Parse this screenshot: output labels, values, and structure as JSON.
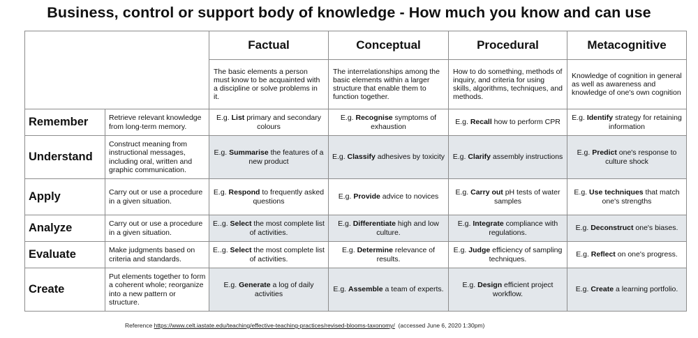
{
  "title": "Business, control or support body of knowledge - How much you know and can use",
  "columns": [
    {
      "name": "Factual",
      "description": "The basic elements a person must know to be acquainted with a discipline or solve problems in it."
    },
    {
      "name": "Conceptual",
      "description": "The interrelationships among the basic elements within a larger structure that enable them to function together."
    },
    {
      "name": "Procedural",
      "description": "How to do something, methods of inquiry, and criteria for using skills, algorithms, techniques, and methods."
    },
    {
      "name": "Metacognitive",
      "description": "Knowledge of cognition in general as well as awareness and knowledge of one's own cognition"
    }
  ],
  "rows": [
    {
      "level": "Remember",
      "description": "Retrieve relevant knowledge from long-term memory.",
      "cells": [
        {
          "pre": "E.g. ",
          "verb": "List",
          "post": " primary and secondary colours"
        },
        {
          "pre": "E.g. ",
          "verb": "Recognise",
          "post": " symptoms of exhaustion"
        },
        {
          "pre": "E.g. ",
          "verb": "Recall",
          "post": " how to perform CPR"
        },
        {
          "pre": "E.g. ",
          "verb": "Identify",
          "post": " strategy for retaining information"
        }
      ]
    },
    {
      "level": "Understand",
      "description": "Construct meaning from instructional messages, including oral, written and graphic communication.",
      "cells": [
        {
          "pre": "E.g. ",
          "verb": "Summarise",
          "post": " the features of a new product"
        },
        {
          "pre": "E.g. ",
          "verb": "Classify",
          "post": " adhesives by toxicity"
        },
        {
          "pre": "E.g. ",
          "verb": "Clarify",
          "post": " assembly instructions"
        },
        {
          "pre": "E.g. ",
          "verb": "Predict",
          "post": " one's response to culture shock"
        }
      ]
    },
    {
      "level": "Apply",
      "description": "Carry out or use a procedure in a given situation.",
      "cells": [
        {
          "pre": "E.g. ",
          "verb": "Respond",
          "post": " to frequently asked questions"
        },
        {
          "pre": "E.g. ",
          "verb": "Provide",
          "post": " advice to novices"
        },
        {
          "pre": "E.g. ",
          "verb": "Carry out",
          "post": " pH tests of water samples"
        },
        {
          "pre": "E.g. ",
          "verb": "Use techniques",
          "post": " that match one's strengths"
        }
      ]
    },
    {
      "level": "Analyze",
      "description": "Carry out or use a procedure in a given situation.",
      "cells": [
        {
          "pre": "E..g. ",
          "verb": "Select",
          "post": " the most complete list of activities."
        },
        {
          "pre": "E.g. ",
          "verb": "Differentiate",
          "post": " high and low culture."
        },
        {
          "pre": "E.g. ",
          "verb": "Integrate",
          "post": " compliance with regulations."
        },
        {
          "pre": "E.g. ",
          "verb": "Deconstruct",
          "post": " one's biases."
        }
      ]
    },
    {
      "level": "Evaluate",
      "description": "Make judgments based on criteria and standards.",
      "cells": [
        {
          "pre": "E..g. ",
          "verb": "Select",
          "post": " the most complete list of activities."
        },
        {
          "pre": "E.g. ",
          "verb": "Determine",
          "post": " relevance of results."
        },
        {
          "pre": "E.g. ",
          "verb": "Judge",
          "post": " efficiency of sampling techniques."
        },
        {
          "pre": "E.g. ",
          "verb": "Reflect",
          "post": " on one's progress."
        }
      ]
    },
    {
      "level": "Create",
      "description": "Put elements together to form a coherent whole; reorganize into a new pattern or structure.",
      "cells": [
        {
          "pre": "E.g. ",
          "verb": "Generate",
          "post": " a log of daily activities"
        },
        {
          "pre": "E.g. ",
          "verb": "Assemble",
          "post": " a team of experts."
        },
        {
          "pre": "E.g. ",
          "verb": "Design",
          "post": " efficient project workflow."
        },
        {
          "pre": "E.g. ",
          "verb": "Create",
          "post": " a learning portfolio."
        }
      ]
    }
  ],
  "reference": {
    "prefix": "Reference ",
    "link": "https://www.celt.iastate.edu/teaching/effective-teaching-practices/revised-blooms-taxonomy/",
    "suffix": "  (accessed June 6, 2020 1:30pm)"
  },
  "colors": {
    "shaded_row": "#e3e7eb",
    "border": "#8c8c8c"
  }
}
